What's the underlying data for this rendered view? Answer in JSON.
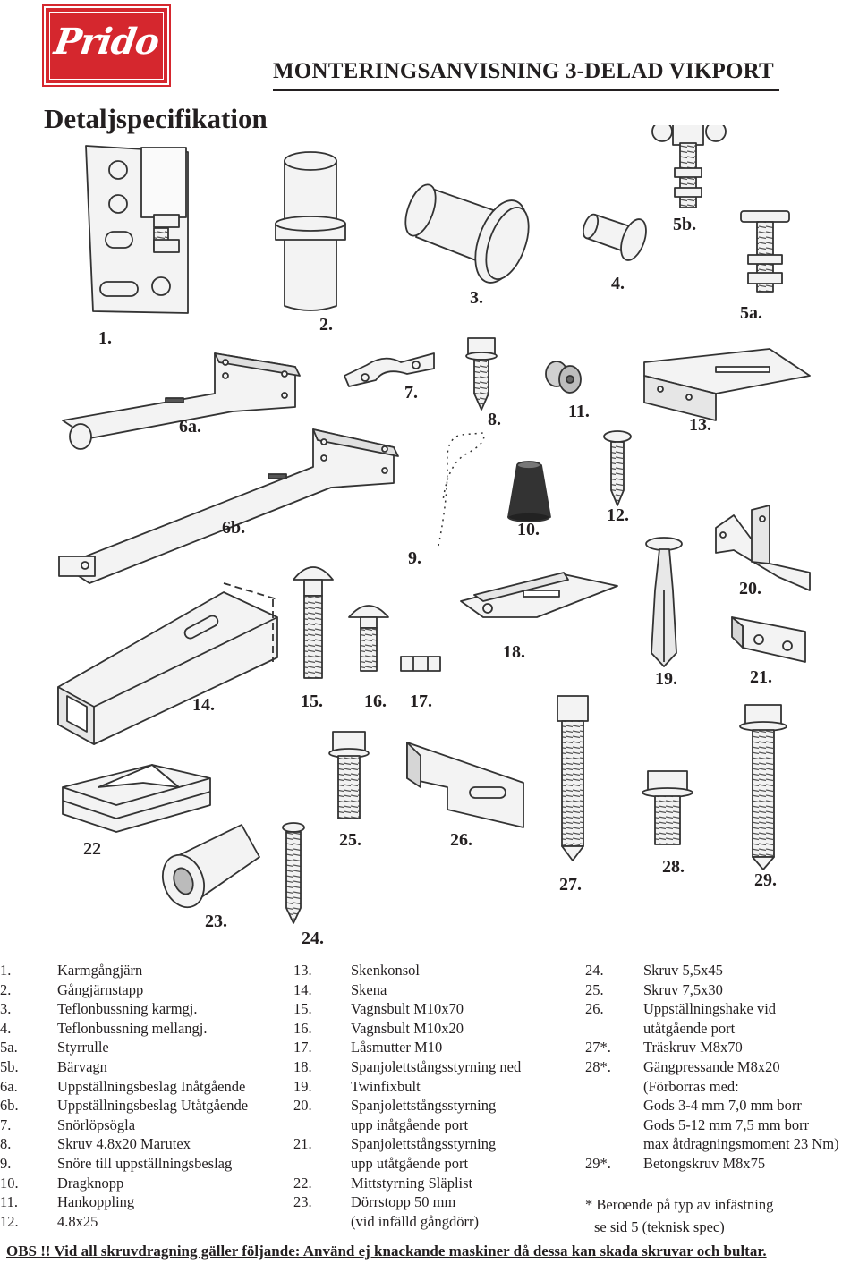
{
  "brand": {
    "logo_text": "Prido",
    "color": "#d5272e"
  },
  "header": {
    "title": "MONTERINGSANVISNING  3-DELAD VIKPORT"
  },
  "section_title": "Detaljspecifikation",
  "part_labels": [
    "1.",
    "2.",
    "3.",
    "4.",
    "5b.",
    "5a.",
    "6a.",
    "7.",
    "8.",
    "11.",
    "13.",
    "6b.",
    "9.",
    "10.",
    "12.",
    "20.",
    "14.",
    "15.",
    "16.",
    "17.",
    "18.",
    "19.",
    "21.",
    "22",
    "25.",
    "26.",
    "27.",
    "28.",
    "29.",
    "23.",
    "24."
  ],
  "legend": {
    "col1": [
      {
        "num": "1.",
        "text": "Karmgångjärn"
      },
      {
        "num": "2.",
        "text": "Gångjärnstapp"
      },
      {
        "num": "3.",
        "text": "Teflonbussning karmgj."
      },
      {
        "num": "4.",
        "text": "Teflonbussning mellangj."
      },
      {
        "num": "5a.",
        "text": "Styrrulle"
      },
      {
        "num": "5b.",
        "text": "Bärvagn"
      },
      {
        "num": "6a.",
        "text": "Uppställningsbeslag Inåtgående"
      },
      {
        "num": "6b.",
        "text": "Uppställningsbeslag Utåtgående"
      },
      {
        "num": "7.",
        "text": "Snörlöpsögla"
      },
      {
        "num": "8.",
        "text": "Skruv 4.8x20 Marutex"
      },
      {
        "num": "9.",
        "text": "Snöre till uppställningsbeslag"
      },
      {
        "num": "10.",
        "text": "Dragknopp"
      },
      {
        "num": "11.",
        "text": "Hankoppling"
      },
      {
        "num": "12.",
        "text": "4.8x25"
      }
    ],
    "col2": [
      {
        "num": "13.",
        "text": "Skenkonsol"
      },
      {
        "num": "14.",
        "text": "Skena"
      },
      {
        "num": "15.",
        "text": "Vagnsbult M10x70"
      },
      {
        "num": "16.",
        "text": "Vagnsbult M10x20"
      },
      {
        "num": "17.",
        "text": "Låsmutter M10"
      },
      {
        "num": "18.",
        "text": "Spanjolettstångsstyrning ned"
      },
      {
        "num": "19.",
        "text": "Twinfixbult"
      },
      {
        "num": "20.",
        "text": "Spanjolettstångsstyrning"
      },
      {
        "num": "",
        "text": "upp inåtgående port"
      },
      {
        "num": "21.",
        "text": "Spanjolettstångsstyrning"
      },
      {
        "num": "",
        "text": "upp utåtgående port"
      },
      {
        "num": "22.",
        "text": "Mittstyrning Släplist"
      },
      {
        "num": "23.",
        "text": "Dörrstopp 50 mm"
      },
      {
        "num": "",
        "text": "(vid infälld gångdörr)"
      }
    ],
    "col3": [
      {
        "num": "24.",
        "text": "Skruv 5,5x45"
      },
      {
        "num": "25.",
        "text": "Skruv 7,5x30"
      },
      {
        "num": "26.",
        "text": "Uppställningshake vid"
      },
      {
        "num": "",
        "text": "utåtgående port"
      },
      {
        "num": "27*.",
        "text": "Träskruv M8x70"
      },
      {
        "num": "28*.",
        "text": "Gängpressande M8x20"
      },
      {
        "num": "",
        "text": "(Förborras med:"
      },
      {
        "num": "",
        "text": "Gods 3-4 mm 7,0 mm borr"
      },
      {
        "num": "",
        "text": "Gods 5-12 mm 7,5 mm borr"
      },
      {
        "num": "",
        "text": "max åtdragningsmoment 23 Nm)"
      },
      {
        "num": "29*.",
        "text": "Betongskruv M8x75"
      }
    ]
  },
  "footnote": {
    "line1": "* Beroende på typ av infästning",
    "line2": "se sid 5 (teknisk spec)"
  },
  "warning": "OBS !! Vid all skruvdragning gäller följande: Använd ej knackande maskiner då dessa kan skada skruvar och bultar."
}
